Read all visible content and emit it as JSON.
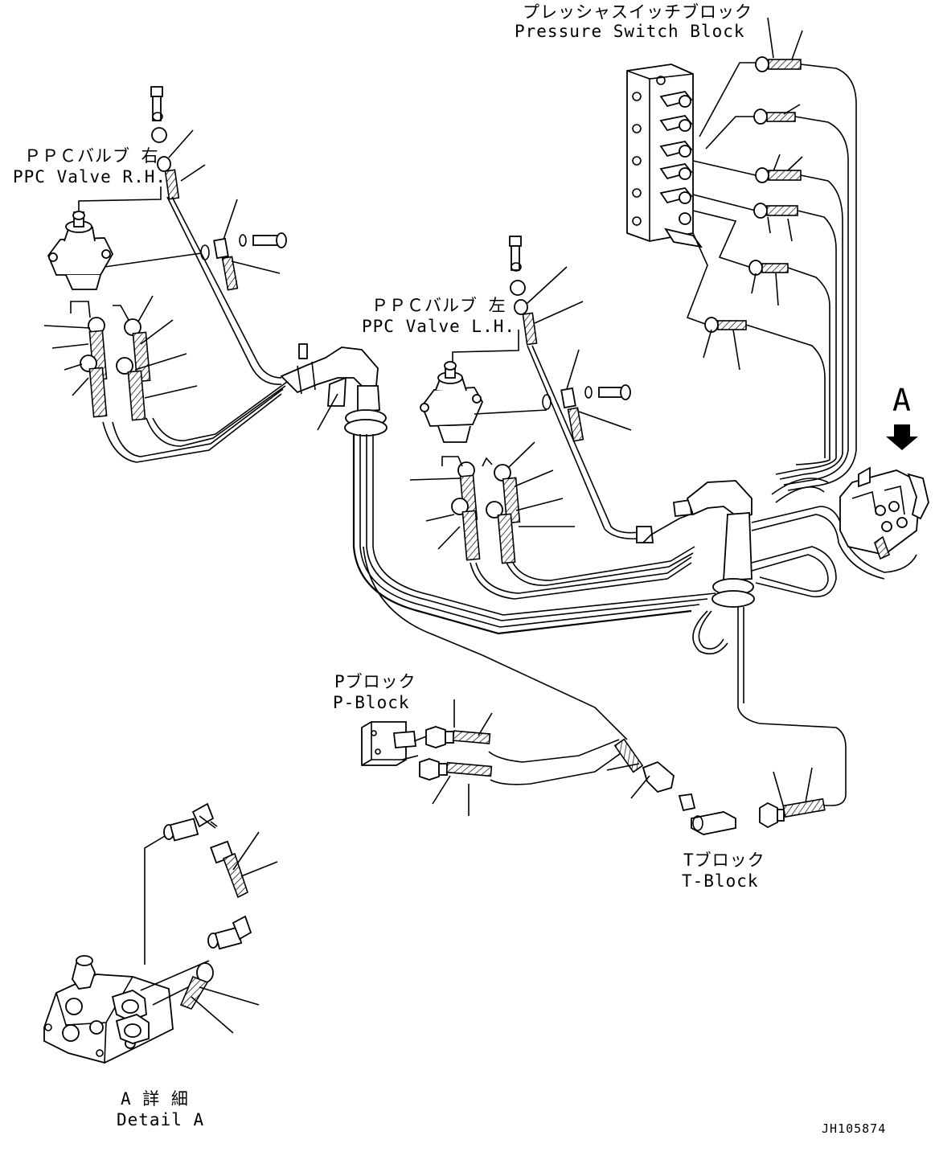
{
  "labels": {
    "pressure_switch_block_jp": "プレッシャスイッチブロック",
    "pressure_switch_block_en": "Pressure Switch Block",
    "ppc_valve_rh_jp": "ＰＰＣバルブ 右",
    "ppc_valve_rh_en": "PPC Valve R.H.",
    "ppc_valve_lh_jp": "ＰＰＣバルブ 左",
    "ppc_valve_lh_en": "PPC Valve L.H.",
    "view_marker": "A",
    "p_block_jp": "Pブロック",
    "p_block_en": "P-Block",
    "t_block_jp": "Tブロック",
    "t_block_en": "T-Block",
    "detail_a_jp": "A 詳 細",
    "detail_a_en": "Detail A",
    "drawing_number": "JH105874"
  }
}
